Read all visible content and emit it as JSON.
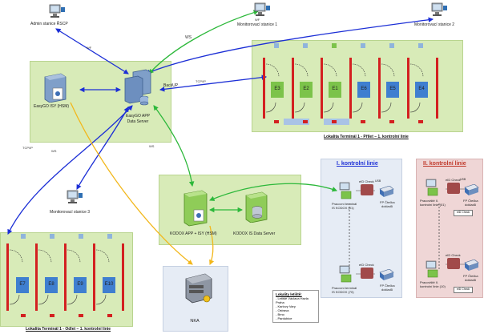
{
  "nodes": {
    "admin": "Admin stanice ŘSCP",
    "mon1": "Monitorovací stanice 1",
    "mon2": "Monitorovací stanice 2",
    "mon3": "Monitorovací stanice 3",
    "backup": "BackUP",
    "easygo_isy": "EasyGO ISY (HSM)",
    "easygo_app_1": "EasyGO APP",
    "easygo_app_2": "Data Server",
    "kodox_app": "KODOX APP + ISY (HSM)",
    "kodox_data": "KODOX IS Data Server",
    "nka": "NKA"
  },
  "links": {
    "wf1": "WF",
    "ws1": "WS",
    "wf2": "WF",
    "tcpip1": "TCP/IP",
    "tcpip2": "TCP/IP",
    "ws2": "WS",
    "ws3": "WS"
  },
  "terminal_arrivals": {
    "gates": [
      "E3",
      "E2",
      "E1",
      "E6",
      "E5",
      "E4"
    ],
    "caption": "Lokalita Terminál 1 - Přílet – 1. kontrolní linie"
  },
  "terminal_departures": {
    "gates": [
      "E7",
      "E8",
      "E9",
      "E10"
    ],
    "caption": "Lokalita Terminál 1 - Odlet – 1. kontrolní linie"
  },
  "line1": {
    "title": "I. kontrolní linie",
    "ws_top": [
      "Pracovní terminál",
      "IS KODOX (01)"
    ],
    "ws_bot": [
      "Pracovní terminál",
      "IS KODOX (70)"
    ],
    "echeck": "eID Check",
    "fp": [
      "FP Čtečka",
      "dokladů"
    ],
    "usb": "USB"
  },
  "line2": {
    "title": "II. kontrolní linie",
    "ws_top": [
      "Pracoviště II.",
      "kontrolní linie (01)"
    ],
    "ws_bot": [
      "Pracoviště II.",
      "kontrolní linie (10)"
    ],
    "echeck": "eID Check",
    "fp": [
      "FP Čtečka",
      "dokladů"
    ],
    "usb": "USB",
    "box": "eID Check"
  },
  "legend": {
    "title": "Lokality letiště:",
    "items": [
      "- Letiště Václava Havla Praha",
      "- Karlovy Vary",
      "- Ostrava",
      "- Brno",
      "- Pardubice"
    ]
  },
  "colors": {
    "green_zone": "#d8ebb8",
    "blue_zone": "#e6ecf5",
    "pink_zone": "#efd6d6",
    "blue_link": "#1c2fd6",
    "green_link": "#2cb83a",
    "yellow_link": "#f2b71b",
    "gate_green": "#7cc34a",
    "gate_blue": "#3f7fd0",
    "gate_red": "#d32020"
  }
}
